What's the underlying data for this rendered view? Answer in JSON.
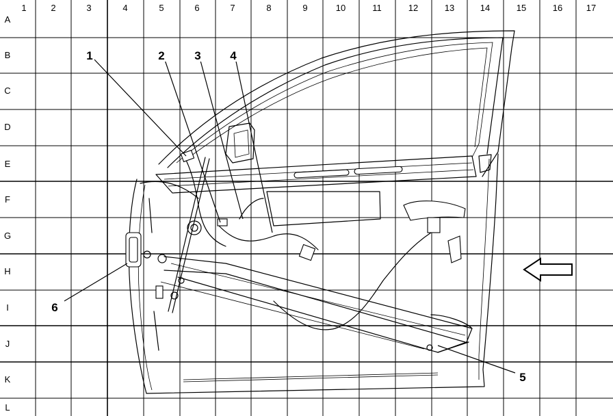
{
  "grid": {
    "columns": [
      "1",
      "2",
      "3",
      "4",
      "5",
      "6",
      "7",
      "8",
      "9",
      "10",
      "11",
      "12",
      "13",
      "14",
      "15",
      "16",
      "17"
    ],
    "rows": [
      "A",
      "B",
      "C",
      "D",
      "E",
      "F",
      "G",
      "H",
      "I",
      "J",
      "K",
      "L"
    ]
  },
  "callouts": [
    "1",
    "2",
    "3",
    "4",
    "5",
    "6"
  ],
  "icons": {
    "direction_arrow": "left-arrow-icon"
  }
}
